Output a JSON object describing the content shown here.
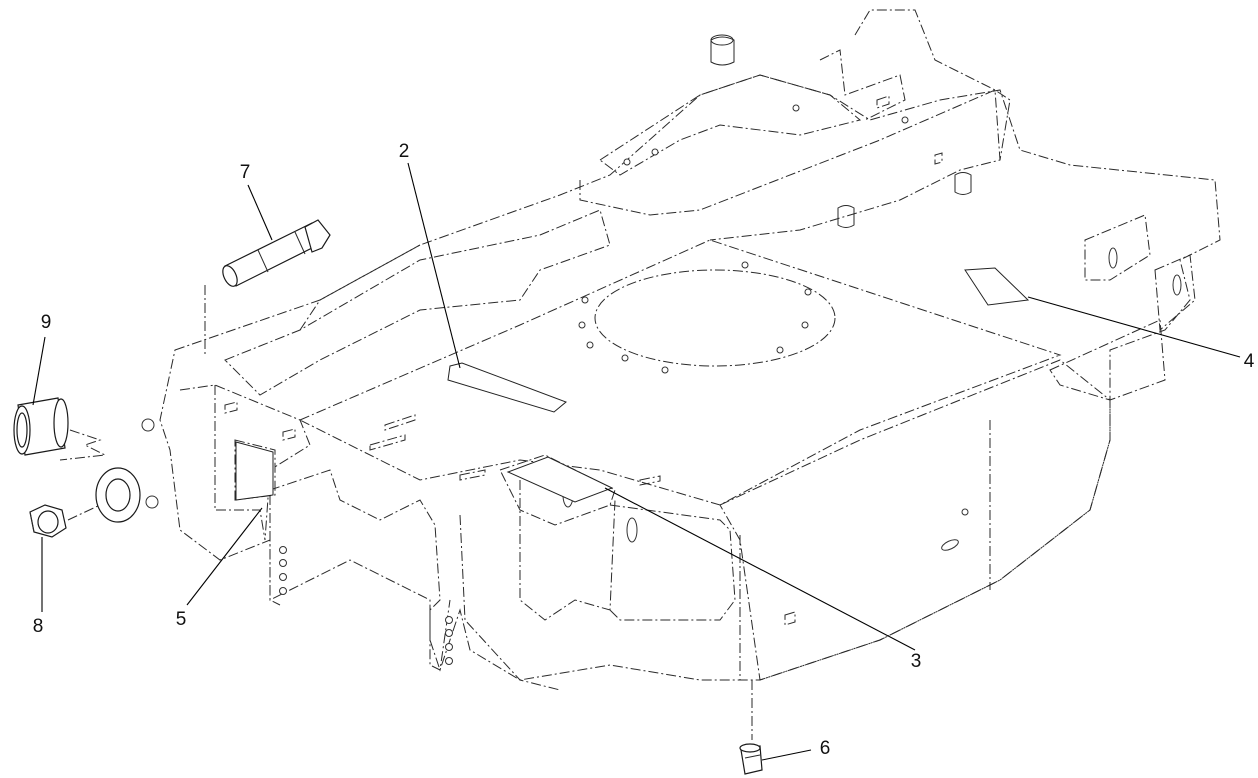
{
  "callouts": [
    {
      "id": "1",
      "label": "2"
    },
    {
      "id": "2",
      "label": "7"
    },
    {
      "id": "3",
      "label": "9"
    },
    {
      "id": "4",
      "label": "8"
    },
    {
      "id": "5",
      "label": "5"
    },
    {
      "id": "6",
      "label": "3"
    },
    {
      "id": "7",
      "label": "4"
    },
    {
      "id": "8",
      "label": "6"
    }
  ]
}
